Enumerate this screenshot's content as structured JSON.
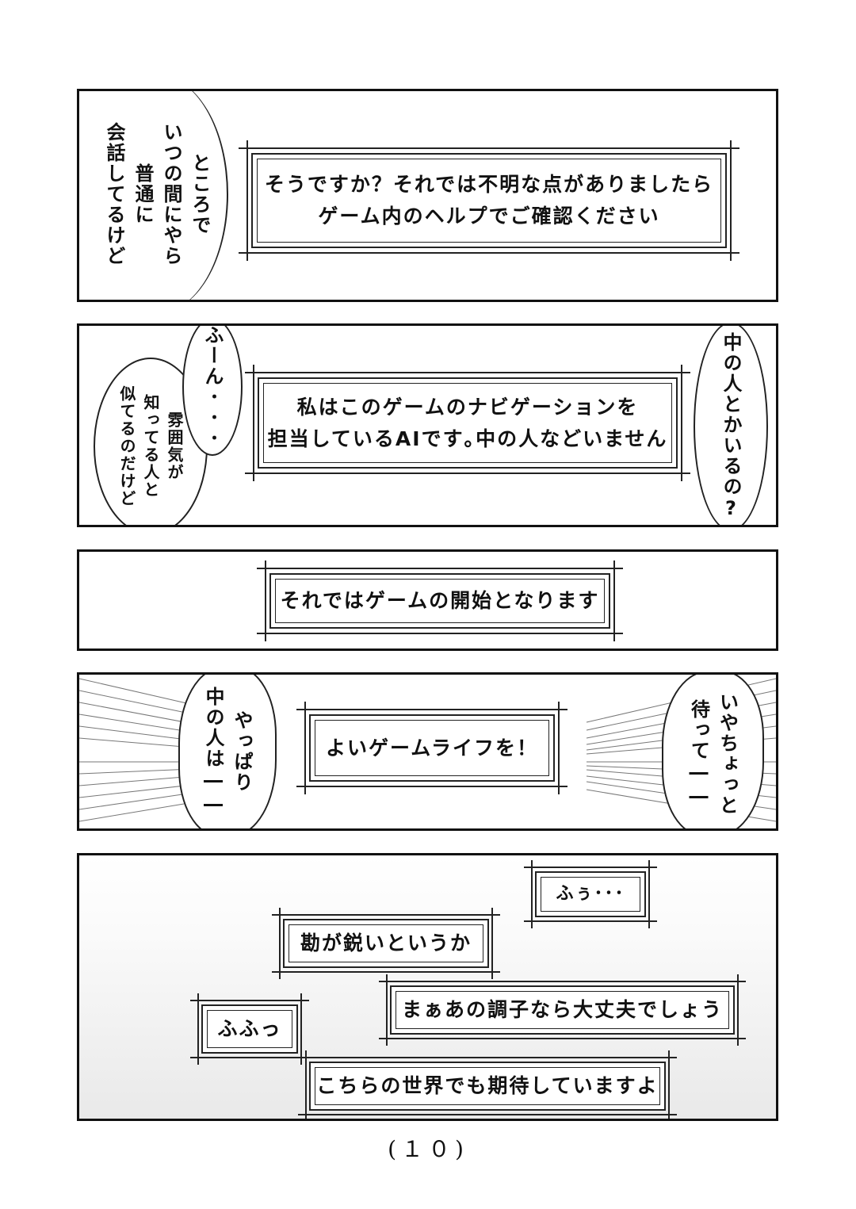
{
  "panels": {
    "p1": {
      "bubble_left": [
        "ところで",
        "いつの間にやら",
        "普通に",
        "会話してるけど"
      ],
      "frame": [
        "そうですか？それでは不明な点がありましたら",
        "ゲーム内のヘルプでご確認ください"
      ]
    },
    "p2": {
      "bubble_small": [
        "雰囲気が",
        "知ってる人と",
        "似てるのだけど"
      ],
      "bubble_mid": [
        "ふーん･･･"
      ],
      "frame": [
        "私はこのゲームのナビゲーションを",
        "担当しているAIです｡中の人などいません"
      ],
      "bubble_right": [
        "中の人とかいるの?"
      ]
    },
    "p3": {
      "frame": [
        "それではゲームの開始となります"
      ]
    },
    "p4": {
      "bubble_left": [
        "やっぱり",
        "中の人は――"
      ],
      "frame": [
        "よいゲームライフを！"
      ],
      "bubble_right": [
        "いやちょっと",
        "待って――"
      ]
    },
    "p5": {
      "frame_fuu": "ふぅ･･･",
      "frame_kan": "勘が鋭いというか",
      "frame_maa": "まぁあの調子なら大丈夫でしょう",
      "frame_fufu": "ふふっ",
      "frame_kochira": "こちらの世界でも期待していますよ"
    }
  },
  "page_number": "(１０)"
}
